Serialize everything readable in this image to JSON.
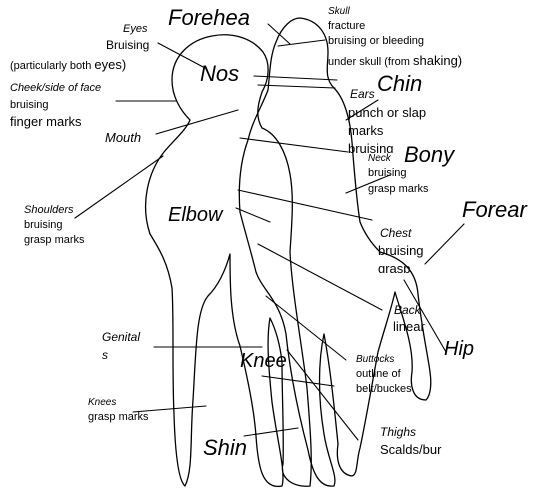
{
  "labels": {
    "forehead": "Forehea",
    "skull_title": "Skull",
    "skull_line1": "fracture",
    "skull_line2": "bruising or bleeding",
    "skull_line3a": "under skull (from ",
    "skull_line3b": "shaking)",
    "eyes_title": "Eyes",
    "eyes_line1": "Bruising",
    "eyes_line2a": "(particularly both ",
    "eyes_line2b": "eyes)",
    "nose": "Nos",
    "chin": "Chin",
    "cheek_title": "Cheek/side of face",
    "cheek_line1": "bruising",
    "cheek_line2": "finger marks",
    "ears_title": "Ears",
    "ears_line1": "punch or slap",
    "ears_line2": "marks",
    "ears_line3": "bruising",
    "mouth": "Mouth",
    "bony": "Bony",
    "neck_title": "Neck",
    "neck_line1": "bruising",
    "neck_line2": "grasp marks",
    "forearm": "Forear",
    "shoulders_title": "Shoulders",
    "shoulders_line1": "bruising",
    "shoulders_line2": "grasp marks",
    "elbow": "Elbow",
    "chest_title": "Chest",
    "chest_line1": "bruising",
    "chest_line2": "grasp",
    "back_title": "Back",
    "back_line1": "linear",
    "hip": "Hip",
    "genitals_line1": "Genital",
    "genitals_line2": "s",
    "knee": "Knee",
    "buttocks_title": "Buttocks",
    "buttocks_line1": "outline of",
    "buttocks_line2": "belt/buckes",
    "knees_title": "Knees",
    "knees_line1": "grasp marks",
    "thighs_title": "Thighs",
    "thighs_line1": "Scalds/bur",
    "shin": "Shin"
  }
}
